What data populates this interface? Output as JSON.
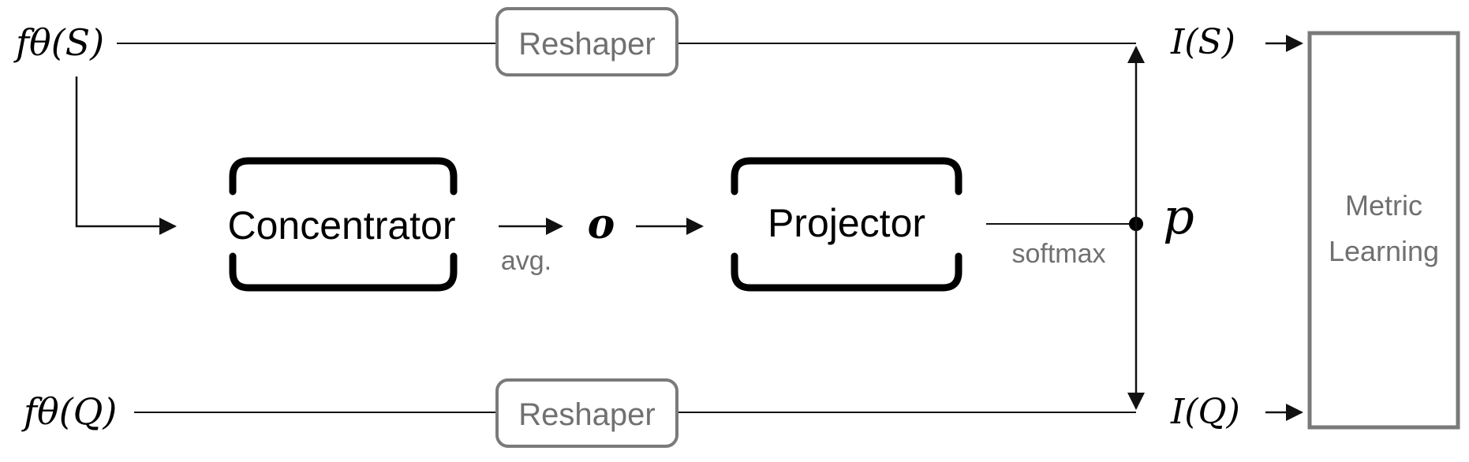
{
  "inputs": {
    "support": "fθ(S)",
    "query": "fθ(Q)"
  },
  "outputs": {
    "support": "I(S)",
    "query": "I(Q)"
  },
  "blocks": {
    "reshaper_top": "Reshaper",
    "reshaper_bottom": "Reshaper",
    "concentrator": "Concentrator",
    "projector": "Projector",
    "metric_line1": "Metric",
    "metric_line2": "Learning"
  },
  "edge_labels": {
    "avg": "avg.",
    "o": "o",
    "softmax": "softmax",
    "p": "p"
  },
  "colors": {
    "line": "#111111",
    "gray_box": "#7a7a7a",
    "gray_text": "#707070",
    "black_text": "#000000"
  }
}
